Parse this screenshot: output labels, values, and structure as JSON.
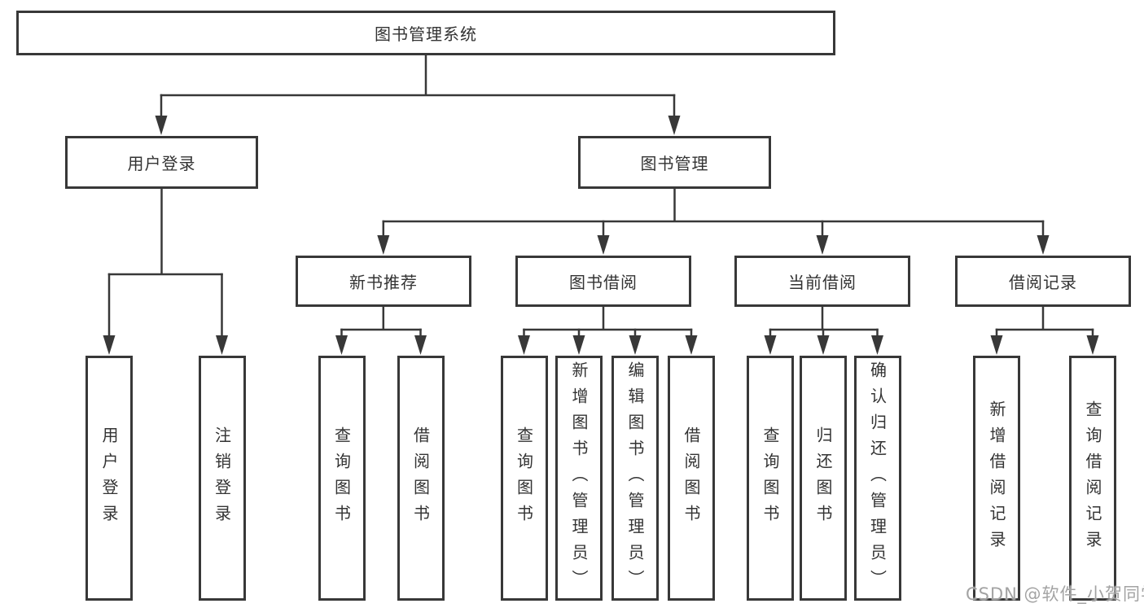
{
  "diagram": {
    "tree": {
      "label": "图书管理系统",
      "children": [
        {
          "label": "用户登录",
          "children": [
            {
              "label": "用户登录"
            },
            {
              "label": "注销登录"
            }
          ]
        },
        {
          "label": "图书管理",
          "children": [
            {
              "label": "新书推荐",
              "children": [
                {
                  "label": "查询图书"
                },
                {
                  "label": "借阅图书"
                }
              ]
            },
            {
              "label": "图书借阅",
              "children": [
                {
                  "label": "查询图书"
                },
                {
                  "label": "新增图书（管理员）"
                },
                {
                  "label": "编辑图书（管理员）"
                },
                {
                  "label": "借阅图书"
                }
              ]
            },
            {
              "label": "当前借阅",
              "children": [
                {
                  "label": "查询图书"
                },
                {
                  "label": "归还图书"
                },
                {
                  "label": "确认归还（管理员）"
                }
              ]
            },
            {
              "label": "借阅记录",
              "children": [
                {
                  "label": "新增借阅记录"
                },
                {
                  "label": "查询借阅记录"
                }
              ]
            }
          ]
        }
      ]
    },
    "colors": {
      "line": "#383838",
      "text": "#333333",
      "background": "#ffffff",
      "watermark": "#a3a3a3"
    }
  },
  "watermark": {
    "text": "CSDN @软件_小贺同学"
  }
}
